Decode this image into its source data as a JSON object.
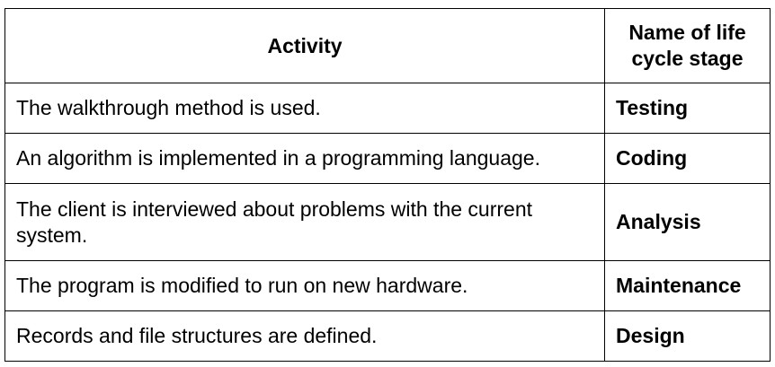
{
  "table": {
    "headers": {
      "activity": "Activity",
      "stage": "Name of life cycle stage"
    },
    "rows": [
      {
        "activity": "The walkthrough method is used.",
        "stage": "Testing"
      },
      {
        "activity": "An algorithm is implemented in a programming language.",
        "stage": "Coding"
      },
      {
        "activity": "The client is interviewed about problems with the current system.",
        "stage": "Analysis"
      },
      {
        "activity": "The program is modified to run on new hardware.",
        "stage": "Maintenance"
      },
      {
        "activity": "Records and file structures are defined.",
        "stage": "Design"
      }
    ]
  }
}
